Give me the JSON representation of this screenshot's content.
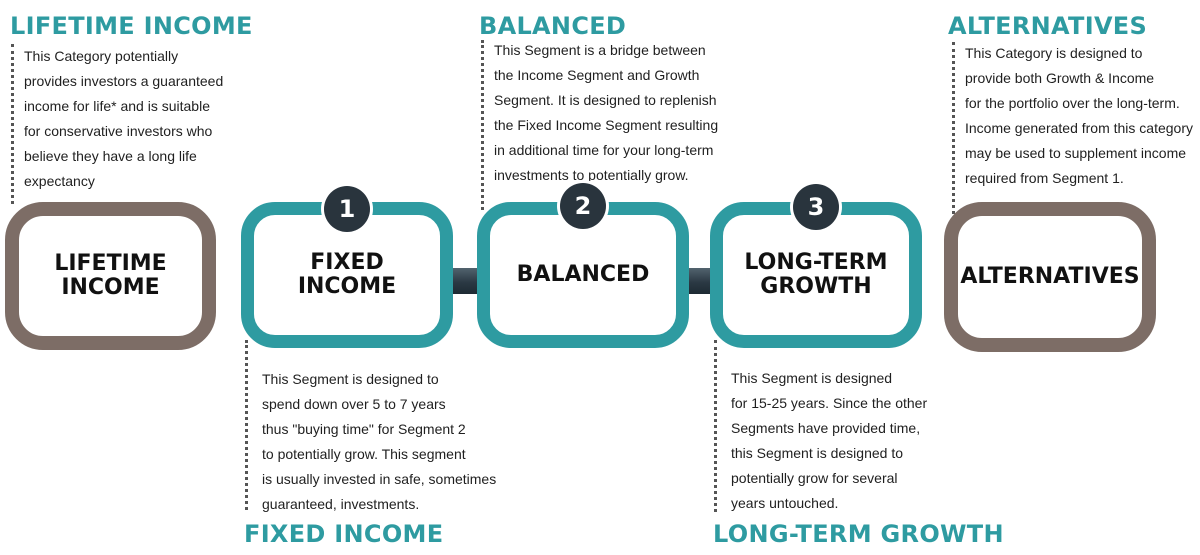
{
  "headings": {
    "lifetime": "LIFETIME INCOME",
    "balanced": "BALANCED",
    "alternatives": "ALTERNATIVES",
    "fixed": "FIXED INCOME",
    "growth": "LONG-TERM GROWTH"
  },
  "descriptions": {
    "lifetime": [
      "This Category potentially",
      "provides investors a guaranteed",
      "income for life* and is suitable",
      "for conservative investors who",
      "believe they have a long life",
      "expectancy"
    ],
    "balanced": [
      "This Segment is a bridge between",
      "the Income Segment and Growth",
      "Segment. It is designed to replenish",
      "the Fixed Income Segment resulting",
      "in additional time for your long-term",
      "investments to potentially grow."
    ],
    "alternatives": [
      "This Category is designed to",
      "provide both Growth & Income",
      "for the portfolio over the long-term.",
      "Income generated from this category",
      "may be used to supplement income",
      "required from Segment 1."
    ],
    "fixed": [
      "This Segment is designed to",
      "spend down over 5 to 7 years",
      "thus \"buying time\" for Segment 2",
      "to potentially grow. This segment",
      "is usually invested in safe, sometimes",
      "guaranteed, investments."
    ],
    "growth": [
      "This Segment is designed",
      "for 15-25 years. Since the other",
      "Segments have provided time,",
      "this Segment is designed to",
      "potentially grow for several",
      "years untouched."
    ]
  },
  "boxes": {
    "lifetime": [
      "LIFETIME",
      "INCOME"
    ],
    "fixed": [
      "FIXED",
      "INCOME"
    ],
    "balanced": [
      "BALANCED"
    ],
    "growth": [
      "LONG-TERM",
      "GROWTH"
    ],
    "alternatives": [
      "ALTERNATIVES"
    ]
  },
  "badges": {
    "fixed": "1",
    "balanced": "2",
    "growth": "3"
  },
  "colors": {
    "teal": "#2e9ba1",
    "brown": "#7d6d66",
    "badge": "#29343d",
    "link": "#2b3944"
  }
}
